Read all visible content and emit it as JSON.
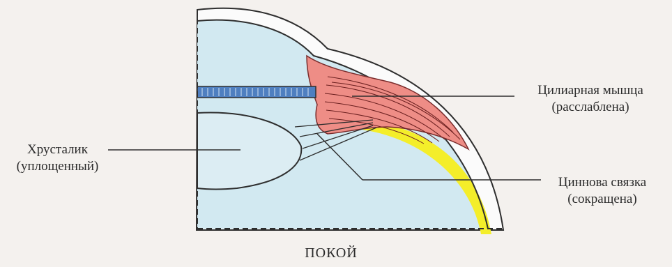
{
  "labels": {
    "ciliary_muscle": "Цилиарная мышца",
    "ciliary_muscle_state": "(расслаблена)",
    "zonule": "Циннова связка",
    "zonule_state": "(сокращена)",
    "lens": "Хрусталик",
    "lens_state": "(уплощенный)",
    "caption": "ПОКОЙ"
  },
  "colors": {
    "background": "#f4f1ee",
    "fluid": "#d2e9f1",
    "iris": "#4f7fc0",
    "muscle": "#ee8d86",
    "retina": "#f4ee2a",
    "outline": "#2e2e2e"
  }
}
